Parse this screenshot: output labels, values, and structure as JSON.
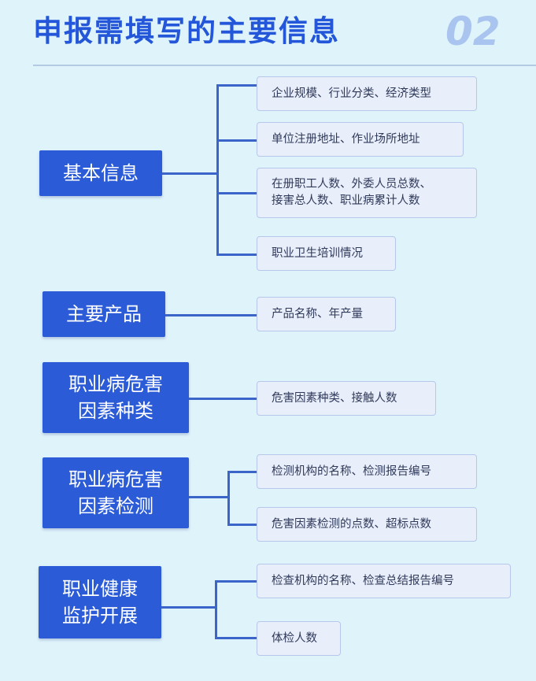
{
  "header": {
    "title": "申报需填写的主要信息",
    "number": "02"
  },
  "groups": [
    {
      "label": "基本信息",
      "items": [
        "企业规模、行业分类、经济类型",
        "单位注册地址、作业场所地址",
        "在册职工人数、外委人员总数、\n接害总人数、职业病累计人数",
        "职业卫生培训情况"
      ]
    },
    {
      "label": "主要产品",
      "items": [
        "产品名称、年产量"
      ]
    },
    {
      "label": "职业病危害\n因素种类",
      "items": [
        "危害因素种类、接触人数"
      ]
    },
    {
      "label": "职业病危害\n因素检测",
      "items": [
        "检测机构的名称、检测报告编号",
        "危害因素检测的点数、超标点数"
      ]
    },
    {
      "label": "职业健康\n监护开展",
      "items": [
        "检查机构的名称、检查总结报告编号",
        "体检人数"
      ]
    }
  ],
  "colors": {
    "accent": "#2b5bd7",
    "item_bg": "#e9eefb",
    "background": "#dff3fb"
  }
}
